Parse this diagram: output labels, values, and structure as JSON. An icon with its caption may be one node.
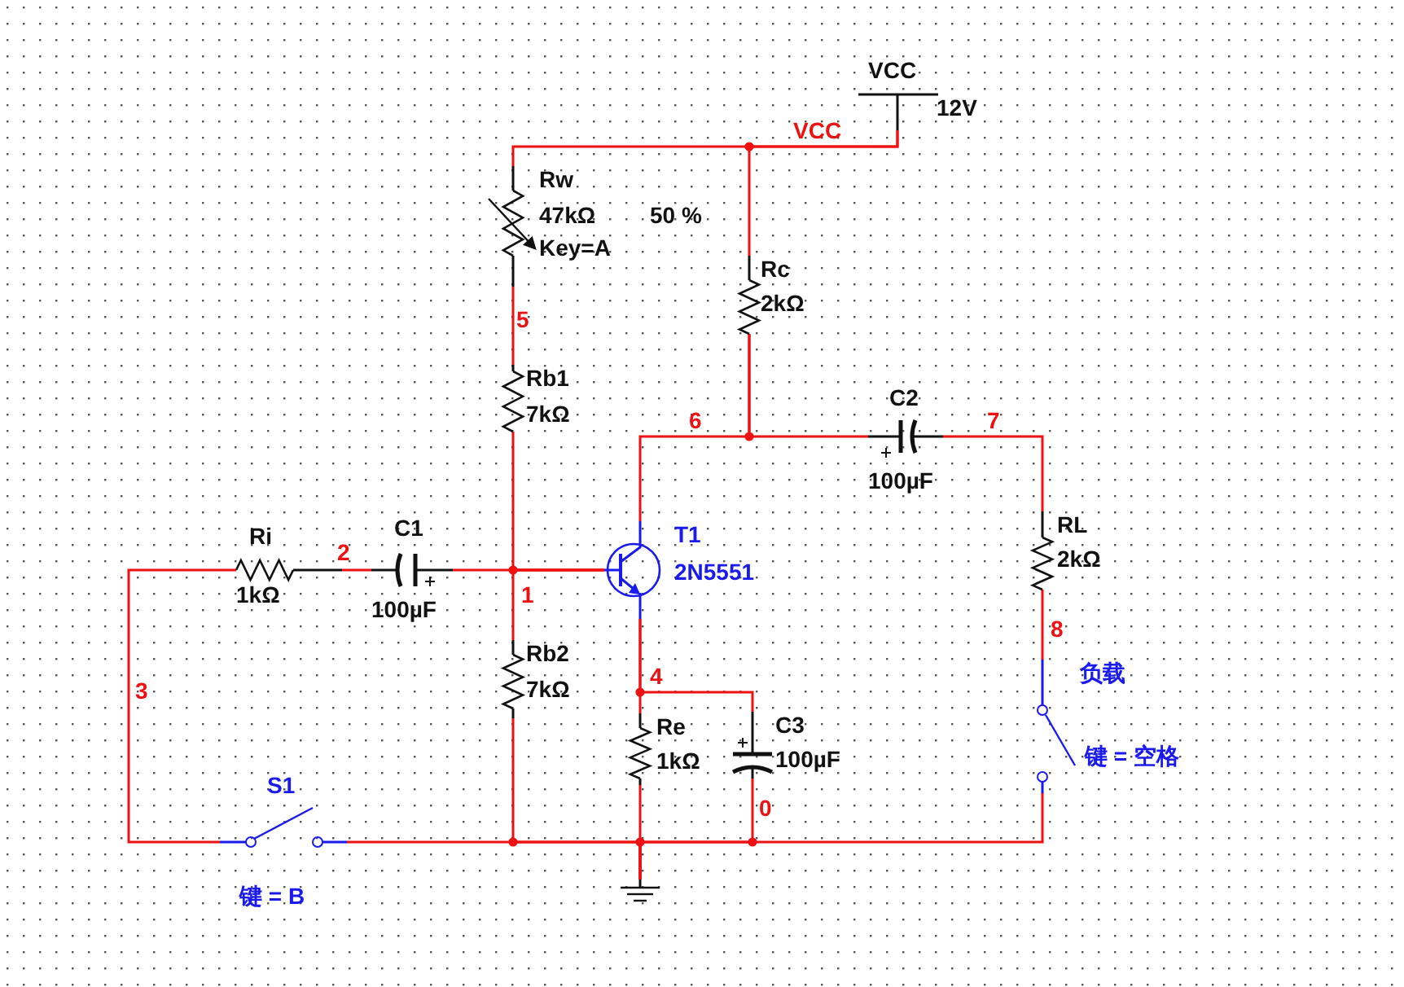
{
  "diagram": {
    "nodes": [
      {
        "text": [
          "VCC",
          "12V"
        ]
      },
      {
        "text": [
          "Rw",
          "47kΩ",
          "50 %",
          "Key=A"
        ]
      },
      {
        "text": [
          "Rc",
          "2kΩ"
        ]
      },
      {
        "text": [
          "Rb1",
          "7kΩ"
        ]
      },
      {
        "text": [
          "C2",
          "100µF"
        ]
      },
      {
        "text": [
          "T1",
          "2N5551"
        ]
      },
      {
        "text": [
          "Ri",
          "1kΩ"
        ]
      },
      {
        "text": [
          "C1",
          "100µF"
        ]
      },
      {
        "text": [
          "RL",
          "2kΩ"
        ]
      },
      {
        "text": [
          "Rb2",
          "7kΩ"
        ]
      },
      {
        "text": [
          "Re",
          "1kΩ"
        ]
      },
      {
        "text": [
          "C3",
          "100µF"
        ]
      },
      {
        "text": [
          "负载",
          "键 = 空格"
        ]
      },
      {
        "text": [
          "S1",
          "键 = B"
        ]
      },
      {
        "text": [],
        "shape": "ground"
      }
    ],
    "edges": [
      {
        "from": 0,
        "to": 1,
        "arrow": "none"
      },
      {
        "from": 0,
        "to": 2,
        "arrow": "none"
      },
      {
        "from": 1,
        "to": 3,
        "arrow": "none"
      },
      {
        "from": 6,
        "to": 7,
        "arrow": "none"
      },
      {
        "from": 6,
        "to": 13,
        "arrow": "none"
      },
      {
        "from": 7,
        "to": 5,
        "arrow": "none"
      },
      {
        "from": 3,
        "to": 5,
        "arrow": "none"
      },
      {
        "from": 9,
        "to": 5,
        "arrow": "none"
      },
      {
        "from": 2,
        "to": 5,
        "arrow": "none"
      },
      {
        "from": 2,
        "to": 4,
        "arrow": "none"
      },
      {
        "from": 4,
        "to": 8,
        "arrow": "none"
      },
      {
        "from": 8,
        "to": 12,
        "arrow": "none"
      },
      {
        "from": 5,
        "to": 10,
        "arrow": "none"
      },
      {
        "from": 5,
        "to": 11,
        "arrow": "none"
      },
      {
        "from": 13,
        "to": 14,
        "arrow": "none"
      },
      {
        "from": 9,
        "to": 14,
        "arrow": "none"
      },
      {
        "from": 10,
        "to": 14,
        "arrow": "none"
      },
      {
        "from": 11,
        "to": 14,
        "arrow": "none"
      },
      {
        "from": 12,
        "to": 14,
        "arrow": "none"
      }
    ],
    "labels": [
      "VCC",
      "5",
      "6",
      "7",
      "2",
      "1",
      "8",
      "4",
      "3",
      "0"
    ]
  }
}
